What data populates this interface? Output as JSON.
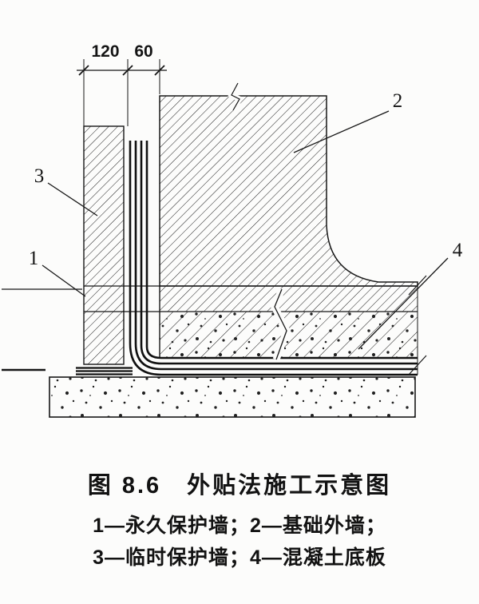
{
  "colors": {
    "ink": "#161616",
    "paper": "#fcfcfb"
  },
  "dims": {
    "w120": "120",
    "w60": "60"
  },
  "callouts": {
    "c1": "1",
    "c2": "2",
    "c3": "3",
    "c4": "4"
  },
  "caption": {
    "title": "图 8.6　外贴法施工示意图",
    "legend1": "1—永久保护墙；2—基础外墙；",
    "legend2": "3—临时保护墙；4—混凝土底板"
  },
  "legend_items": [
    {
      "num": "1",
      "name": "永久保护墙"
    },
    {
      "num": "2",
      "name": "基础外墙"
    },
    {
      "num": "3",
      "name": "临时保护墙"
    },
    {
      "num": "4",
      "name": "混凝土底板"
    }
  ]
}
